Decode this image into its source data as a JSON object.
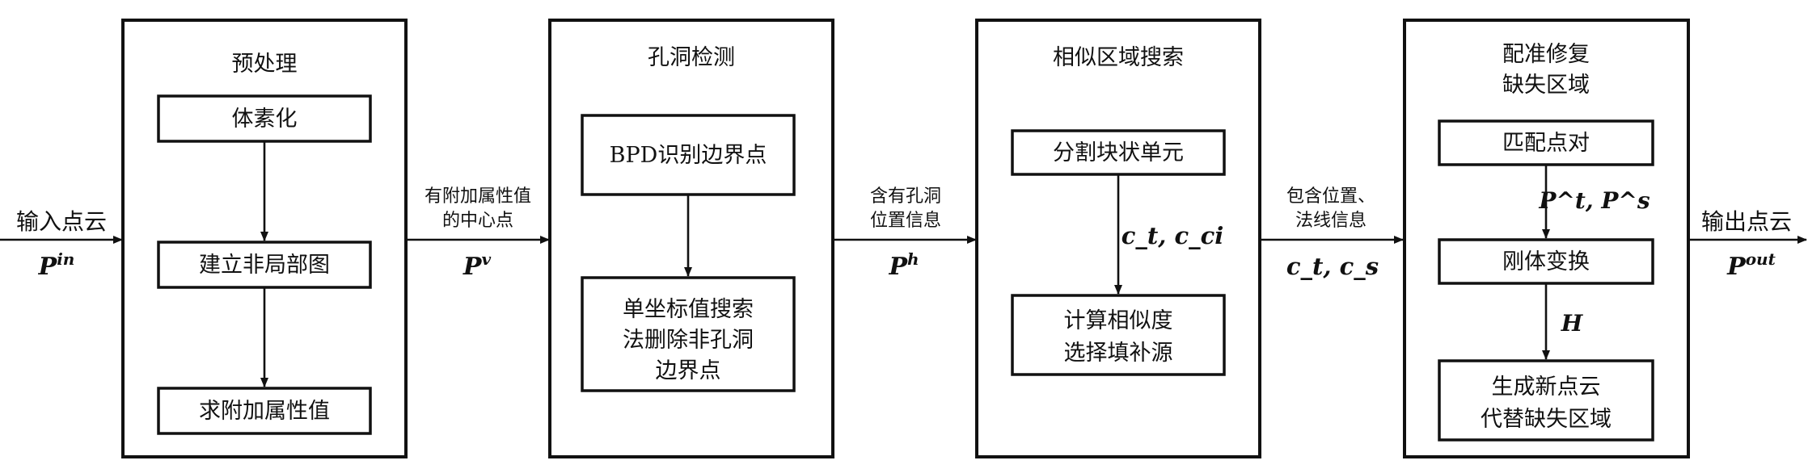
{
  "input": {
    "label": "输入点云",
    "symbol": "P",
    "sup": "in"
  },
  "output": {
    "label": "输出点云",
    "symbol": "P",
    "sup": "out"
  },
  "stages": [
    {
      "title": [
        "预处理"
      ],
      "steps": [
        [
          "体素化"
        ],
        [
          "建立非局部图"
        ],
        [
          "求附加属性值"
        ]
      ],
      "between": []
    },
    {
      "title": [
        "孔洞检测"
      ],
      "steps": [
        [
          "BPD识别边界点"
        ],
        [
          "单坐标值搜索",
          "法删除非孔洞",
          "边界点"
        ]
      ],
      "between": []
    },
    {
      "title": [
        "相似区域搜索"
      ],
      "steps": [
        [
          "分割块状单元"
        ],
        [
          "计算相似度",
          "选择填补源"
        ]
      ],
      "between": [
        "c_t, c_ci"
      ]
    },
    {
      "title": [
        "配准修复",
        "缺失区域"
      ],
      "steps": [
        [
          "匹配点对"
        ],
        [
          "刚体变换"
        ],
        [
          "生成新点云",
          "代替缺失区域"
        ]
      ],
      "between": [
        "P^t, P^s",
        "H"
      ]
    }
  ],
  "links": [
    {
      "text": [
        "有附加属性值",
        "的中心点"
      ],
      "symbol": "P",
      "sup": "v"
    },
    {
      "text": [
        "含有孔洞",
        "位置信息"
      ],
      "symbol": "P",
      "sup": "h"
    },
    {
      "text": [
        "包含位置、",
        "法线信息"
      ],
      "symbol": "c_t, c_s"
    }
  ]
}
